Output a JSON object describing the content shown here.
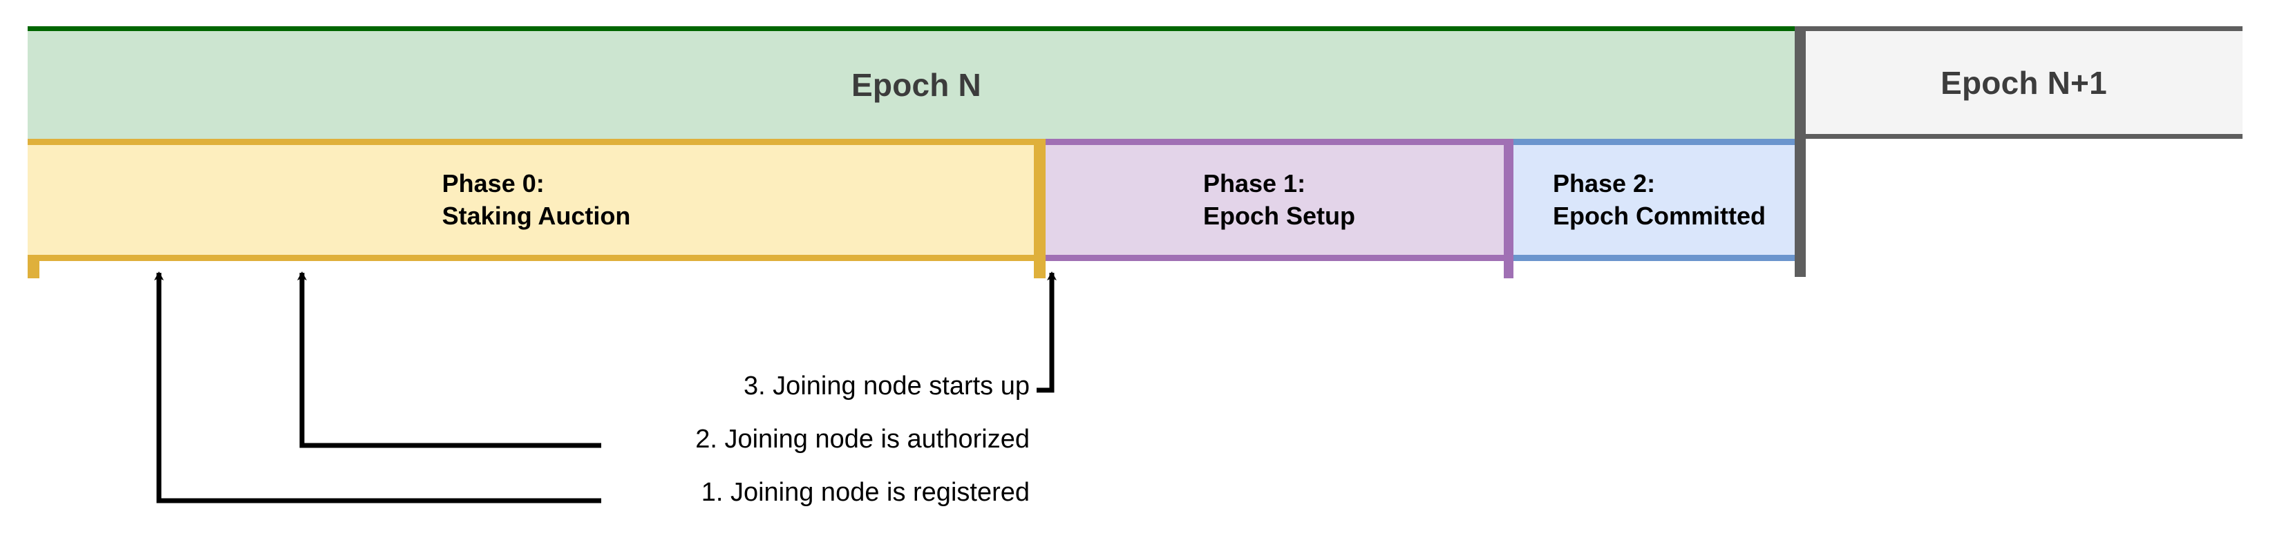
{
  "diagram": {
    "title": "Epoch phase timeline with joining-node events",
    "epochs": [
      {
        "id": "epoch-n",
        "label": "Epoch N",
        "fill": "#cce5d0",
        "border": "#006600"
      },
      {
        "id": "epoch-n1",
        "label": "Epoch N+1",
        "fill": "#f4f4f4",
        "border": "#5e5e5e"
      }
    ],
    "phases": [
      {
        "id": "phase-0",
        "line1": "Phase 0:",
        "line2": "Staking Auction",
        "fill": "#fdeebe",
        "border": "#dfb03b"
      },
      {
        "id": "phase-1",
        "line1": "Phase 1:",
        "line2": "Epoch Setup",
        "fill": "#e3d4e9",
        "border": "#a070b4"
      },
      {
        "id": "phase-2",
        "line1": "Phase 2:",
        "line2": "Epoch Committed",
        "fill": "#dae6fb",
        "border": "#6b95cd"
      }
    ],
    "annotations": [
      {
        "id": "annot-1",
        "number": "1.",
        "text": "1. Joining node is registered"
      },
      {
        "id": "annot-2",
        "number": "2.",
        "text": "2. Joining node is authorized"
      },
      {
        "id": "annot-3",
        "number": "3.",
        "text": "3. Joining node starts up"
      }
    ],
    "colors": {
      "leader_line": "#000000",
      "epoch_divider": "#5e5e5e",
      "background": "#ffffff",
      "epoch_label_text": "#3c3c3c",
      "phase_label_text": "#000000"
    }
  }
}
